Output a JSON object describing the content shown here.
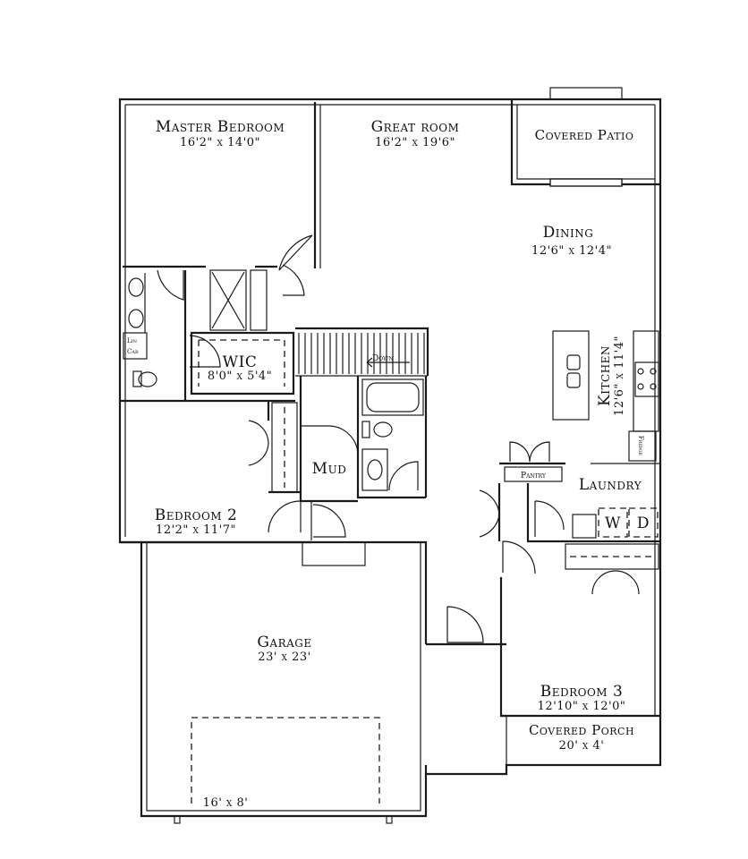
{
  "rooms": {
    "master_bedroom": {
      "name": "Master Bedroom",
      "dims": "16'2\" x 14'0\""
    },
    "great_room": {
      "name": "Great room",
      "dims": "16'2\" x 19'6\""
    },
    "covered_patio": {
      "name": "Covered Patio"
    },
    "dining": {
      "name": "Dining",
      "dims": "12'6\" x 12'4\""
    },
    "kitchen": {
      "name": "Kitchen",
      "dims": "12'6\" x 11'4\""
    },
    "wic": {
      "name": "WIC",
      "dims": "8'0\" x 5'4\""
    },
    "mud": {
      "name": "Mud"
    },
    "bedroom_2": {
      "name": "Bedroom 2",
      "dims": "12'2\" x 11'7\""
    },
    "pantry": {
      "name": "Pantry"
    },
    "laundry": {
      "name": "Laundry"
    },
    "garage": {
      "name": "Garage",
      "dims": "23' x 23'",
      "door_dims": "16' x 8'"
    },
    "bedroom_3": {
      "name": "Bedroom 3",
      "dims": "12'10\" x 12'0\""
    },
    "covered_porch": {
      "name": "Covered Porch",
      "dims": "20' x 4'"
    }
  },
  "fixtures": {
    "stairs": "Down",
    "linen_cab": [
      "Lin",
      "Cab"
    ],
    "fridge": "Fridge",
    "washer": "W",
    "dryer": "D"
  }
}
